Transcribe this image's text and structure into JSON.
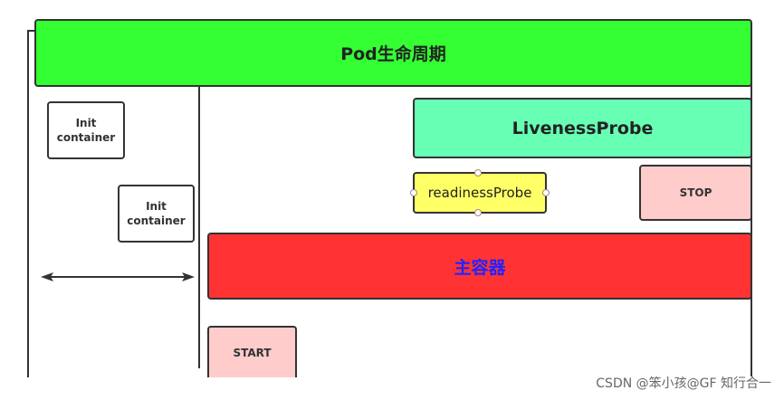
{
  "pod": {
    "label": "Pod生命周期"
  },
  "init_containers": [
    {
      "line1": "Init",
      "line2": "container"
    },
    {
      "line1": "Init",
      "line2": "container"
    }
  ],
  "liveness": {
    "label": "LivenessProbe"
  },
  "readiness": {
    "label": "readinessProbe"
  },
  "stop": {
    "label": "STOP"
  },
  "main_container": {
    "label": "主容器"
  },
  "start": {
    "label": "START"
  },
  "watermark": "CSDN @笨小孩@GF 知行合一",
  "colors": {
    "pod": "#33ff33",
    "liveness": "#66ffb3",
    "readiness": "#ffff66",
    "stop_start": "#ffcccc",
    "main": "#ff3333",
    "main_text": "#2222ff"
  }
}
